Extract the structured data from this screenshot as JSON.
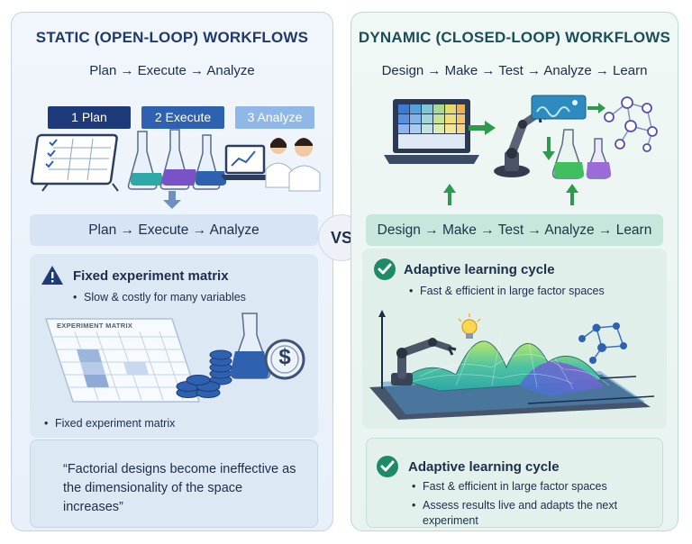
{
  "left": {
    "title": "STATIC (OPEN-LOOP) WORKFLOWS",
    "flow": "Plan → Execute → Analyze",
    "steps": [
      "1 Plan",
      "2 Execute",
      "3 Analyze"
    ],
    "flow_bar": "Plan → Execute → Analyze",
    "card": {
      "title": "Fixed experiment matrix",
      "bullet1": "Slow & costly for many variables",
      "matrix_label": "EXPERIMENT MATRIX",
      "bullet2": "Fixed experiment matrix",
      "currency_symbol": "$"
    },
    "quote": "“Factorial designs become ineffective as the dimensionality of the space increases”"
  },
  "vs_label": "VS",
  "right": {
    "title": "DYNAMIC (CLOSED-LOOP) WORKFLOWS",
    "flow": "Design → Make → Test → Analyze → Learn",
    "flow_bar": "Design → Make → Test → Analyze → Learn",
    "card1": {
      "title": "Adaptive learning cycle",
      "bullet1": "Fast & efficient in large factor spaces"
    },
    "card2": {
      "title": "Adaptive learning cycle",
      "bullet1": "Fast & efficient in large factor spaces",
      "bullet2": "Assess results live and adapts the next experiment"
    }
  },
  "colors": {
    "navy": "#1f3a7a",
    "mid_blue": "#2e62b0",
    "light_blue": "#8fb8e6",
    "teal": "#1b4f58",
    "green_check": "#1f8a6a",
    "warning_blue": "#1f3a7a"
  },
  "icons": [
    "clipboard-icon",
    "flask-icon",
    "laptop-icon",
    "scientist-icon",
    "warning-icon",
    "coins-icon",
    "dollar-icon",
    "check-icon",
    "robot-arm-icon",
    "lightbulb-icon",
    "network-icon",
    "surface-plot-icon"
  ]
}
